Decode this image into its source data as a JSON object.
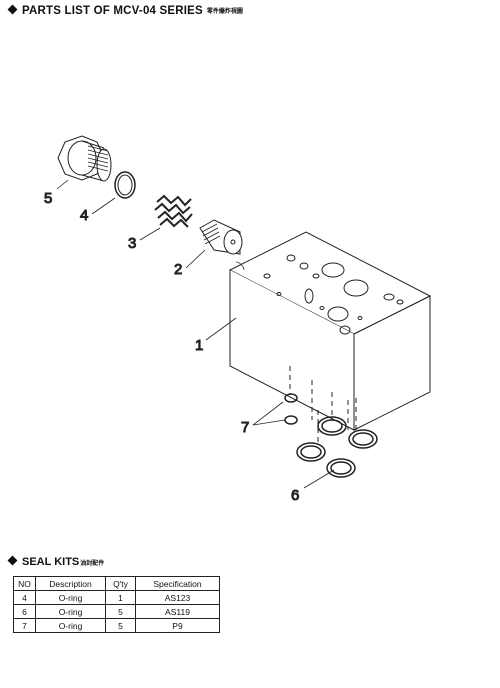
{
  "header": {
    "title": "PARTS LIST  OF MCV-04 SERIES",
    "subtitle": "零件爆炸視圖"
  },
  "callouts": [
    "1",
    "2",
    "3",
    "4",
    "5",
    "6",
    "7"
  ],
  "seal_kits": {
    "title": "SEAL  KITS",
    "subtitle": "油封配件",
    "columns": [
      "NO",
      "Description",
      "Q'ty",
      "Specification"
    ],
    "rows": [
      [
        "4",
        "O-ring",
        "1",
        "AS123"
      ],
      [
        "6",
        "O-ring",
        "5",
        "AS119"
      ],
      [
        "7",
        "O-ring",
        "5",
        "P9"
      ]
    ]
  }
}
